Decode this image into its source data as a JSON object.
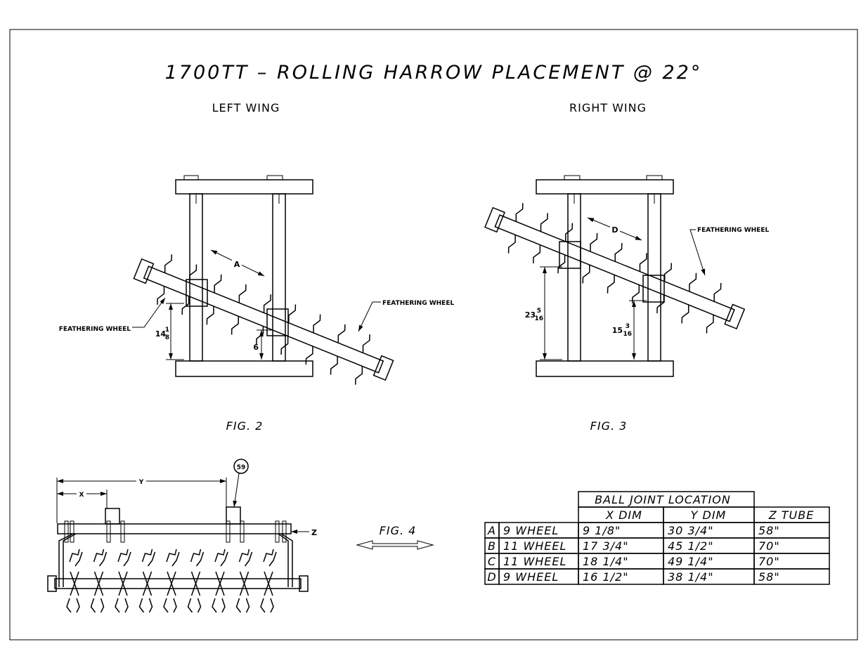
{
  "title": "1700TT – ROLLING HARROW PLACEMENT @ 22°",
  "left_wing": {
    "heading": "LEFT WING",
    "fig": "FIG. 2",
    "dim_label": "A",
    "feather_left": "FEATHERING WHEEL",
    "feather_right": "FEATHERING WHEEL",
    "dim_tall_whole": "14",
    "dim_tall_num": "1",
    "dim_tall_den": "8",
    "dim_short": "6"
  },
  "right_wing": {
    "heading": "RIGHT WING",
    "fig": "FIG. 3",
    "dim_label": "D",
    "feather": "FEATHERING WHEEL",
    "dim_tall_whole": "23",
    "dim_tall_num": "5",
    "dim_tall_den": "16",
    "dim_short_whole": "15",
    "dim_short_num": "3",
    "dim_short_den": "16"
  },
  "fig4": {
    "fig": "FIG. 4",
    "x_label": "X",
    "y_label": "Y",
    "z_label": "Z",
    "balloon": "59",
    "wheel_count": 9
  },
  "table": {
    "group_header": "BALL JOINT LOCATION",
    "col_x": "X DIM",
    "col_y": "Y DIM",
    "col_z": "Z TUBE",
    "rows": [
      {
        "id": "A",
        "wheel": "9 WHEEL",
        "x": "9 1/8\"",
        "y": "30 3/4\"",
        "z": "58\""
      },
      {
        "id": "B",
        "wheel": "11 WHEEL",
        "x": "17 3/4\"",
        "y": "45 1/2\"",
        "z": "70\""
      },
      {
        "id": "C",
        "wheel": "11 WHEEL",
        "x": "18 1/4\"",
        "y": "49 1/4\"",
        "z": "70\""
      },
      {
        "id": "D",
        "wheel": "9 WHEEL",
        "x": "16 1/2\"",
        "y": "38 1/4\"",
        "z": "58\""
      }
    ]
  }
}
